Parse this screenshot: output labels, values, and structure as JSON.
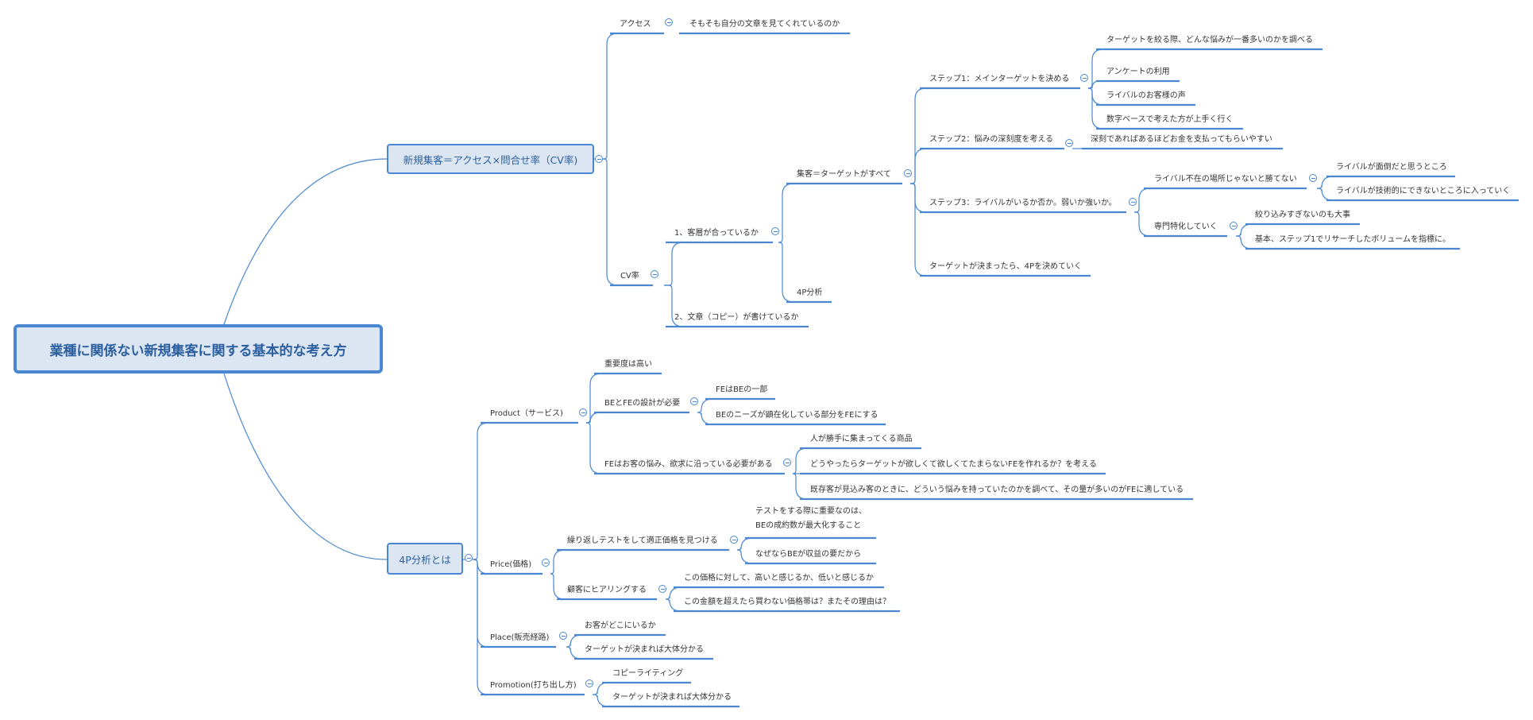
{
  "root": {
    "label": "業種に関係ない新規集客に関する基本的な考え方"
  },
  "topics": {
    "newcustomer": "新規集客＝アクセス×問合せ率（CV率)",
    "access": "アクセス",
    "access_note": "そもそも自分の文章を見てくれているのか",
    "cvr": "CV率",
    "customer_match": "1、客層が合っているか",
    "copy_written": "2、文章（コピー）が書けているか",
    "target_all": "集客＝ターゲットがすべて",
    "p4_analysis": "4P分析",
    "step1": "ステップ1：メインターゲットを決める",
    "step1_a": "ターゲットを絞る際、どんな悩みが一番多いのかを調べる",
    "step1_b": "アンケートの利用",
    "step1_c": "ライバルのお客様の声",
    "step1_d": "数字ベースで考えた方が上手く行く",
    "step2": "ステップ2：悩みの深刻度を考える",
    "step2_a": "深刻であればあるほどお金を支払ってもらいやすい",
    "step3": "ステップ3：ライバルがいるか否か。弱いか強いか。",
    "step3_a": "ライバル不在の場所じゃないと勝てない",
    "step3_a1": "ライバルが面倒だと思うところ",
    "step3_a2": "ライバルが技術的にできないところに入っていく",
    "step3_b": "専門特化していく",
    "step3_b1": "絞り込みすぎないのも大事",
    "step3_b2": "基本、ステップ1でリサーチしたボリュームを指標に。",
    "target_decided": "ターゲットが決まったら、4Pを決めていく",
    "p4": "4P分析とは",
    "product": "Product（サービス)",
    "product_a": "重要度は高い",
    "product_b": "BEとFEの設計が必要",
    "product_b1": "FEはBEの一部",
    "product_b2": "BEのニーズが顕在化している部分をFEにする",
    "product_c": "FEはお客の悩み、欲求に沿っている必要がある",
    "product_c1": "人が勝手に集まってくる商品",
    "product_c2": "どうやったらターゲットが欲しくて欲しくてたまらないFEを作れるか？を考える",
    "product_c3": "既存客が見込み客のときに、どういう悩みを持っていたのかを調べて、その量が多いのがFEに適している",
    "price": "Price(価格)",
    "price_a": "繰り返しテストをして適正価格を見つける",
    "price_a1_line1": "テストをする際に重要なのは、",
    "price_a1_line2": "BEの成約数が最大化すること",
    "price_a2": "なぜならBEが収益の要だから",
    "price_b": "顧客にヒアリングする",
    "price_b1": "この価格に対して、高いと感じるか、低いと感じるか",
    "price_b2": "この金額を超えたら買わない価格帯は？またその理由は？",
    "place": "Place(販売経路)",
    "place_a": "お客がどこにいるか",
    "place_b": "ターゲットが決まれば大体分かる",
    "promotion": "Promotion(打ち出し方)",
    "promotion_a": "コピーライティング",
    "promotion_b": "ターゲットが決まれば大体分かる"
  },
  "colors": {
    "line": "#4a87d0",
    "fill": "#dce6f2",
    "text": "#333333"
  }
}
